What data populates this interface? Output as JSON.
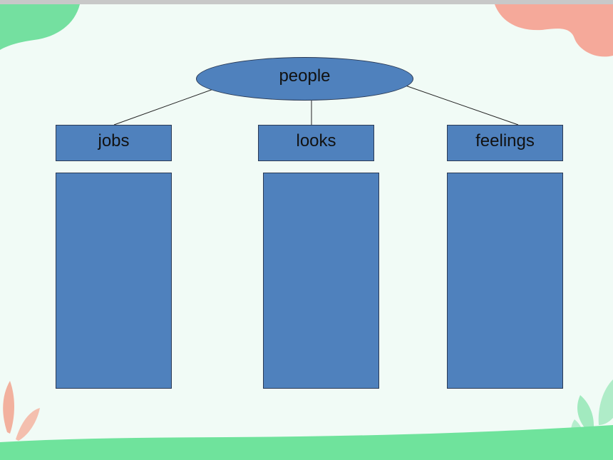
{
  "diagram": {
    "root": {
      "label": "people"
    },
    "categories": [
      {
        "label": "jobs"
      },
      {
        "label": "looks"
      },
      {
        "label": "feelings"
      }
    ]
  },
  "colors": {
    "node_fill": "#4f81bd",
    "node_border": "#2b3a55",
    "slide_background": "#f1fbf6",
    "corner_blob_green": "#74e0a0",
    "corner_blob_pink": "#f5a99a",
    "bottom_wave_green": "#6fe39c"
  }
}
